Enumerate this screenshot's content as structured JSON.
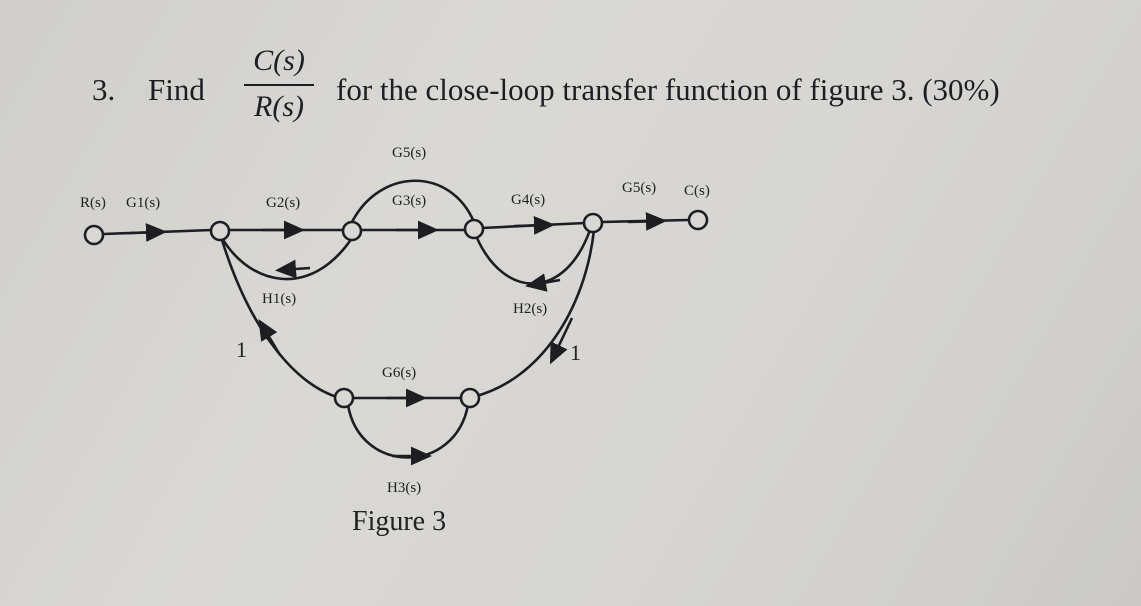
{
  "problem": {
    "number": "3.",
    "find": "Find",
    "numerator": "C(s)",
    "denominator": "R(s)",
    "rest": "for the close-loop transfer function of figure 3. (30%)"
  },
  "figure": {
    "caption": "Figure 3",
    "labels": {
      "R": "R(s)",
      "G1": "G1(s)",
      "G2": "G2(s)",
      "G3": "G3(s)",
      "G5top": "G5(s)",
      "G4": "G4(s)",
      "G5right": "G5(s)",
      "C": "C(s)",
      "H1": "H1(s)",
      "H2": "H2(s)",
      "G6": "G6(s)",
      "H3": "H3(s)",
      "one_left": "1",
      "one_right": "1"
    }
  }
}
